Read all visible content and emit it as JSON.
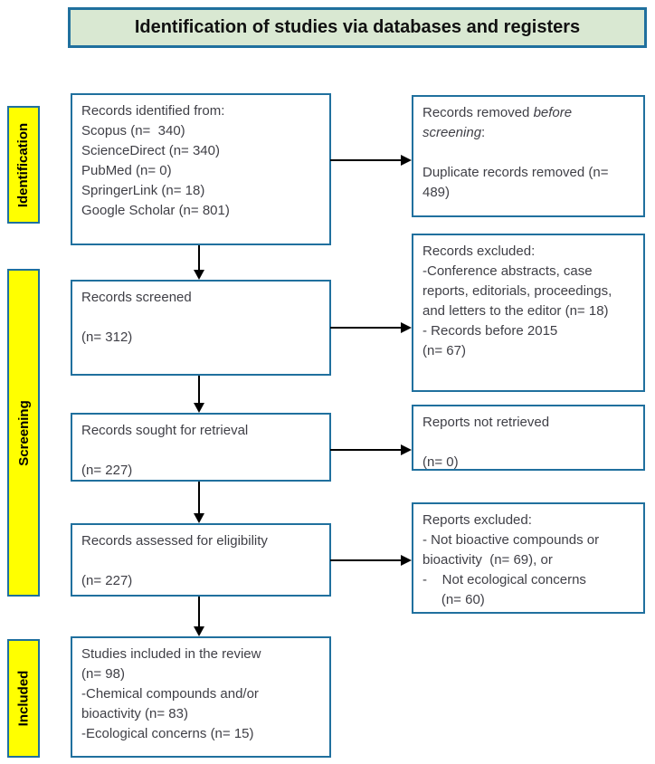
{
  "title": "Identification of studies via databases and registers",
  "stages": {
    "identification": "Identification",
    "screening": "Screening",
    "included": "Included"
  },
  "left_boxes": {
    "identified": {
      "lines": [
        "Records identified from:",
        "Scopus (n=  340)",
        "ScienceDirect (n= 340)",
        "PubMed (n= 0)",
        "SpringerLink (n= 18)",
        "Google Scholar (n= 801)"
      ]
    },
    "screened": {
      "lines": [
        "Records screened",
        "",
        "(n= 312)"
      ]
    },
    "retrieval": {
      "lines": [
        "Records sought for retrieval",
        "",
        "(n= 227)"
      ]
    },
    "eligibility": {
      "lines": [
        "Records assessed for eligibility",
        "",
        "(n= 227)"
      ]
    },
    "included": {
      "lines": [
        "Studies included in the review",
        "(n= 98)",
        "-Chemical compounds and/or bioactivity (n= 83)",
        "-Ecological concerns (n= 15)"
      ]
    }
  },
  "right_boxes": {
    "removed": {
      "prefix": "Records removed ",
      "italic": "before screening",
      "suffix": ":",
      "lines": [
        "",
        "Duplicate records removed (n= 489)"
      ]
    },
    "excluded": {
      "lines": [
        "Records excluded:",
        "-Conference abstracts, case reports, editorials, proceedings, and letters to the editor (n= 18)",
        "- Records before 2015",
        "(n= 67)"
      ]
    },
    "not_retrieved": {
      "lines": [
        "Reports not retrieved",
        "",
        "(n= 0)"
      ]
    },
    "reports_excluded": {
      "lines": [
        "Reports excluded:",
        "- Not bioactive compounds or bioactivity  (n= 69), or",
        "-    Not ecological concerns",
        "     (n= 60)"
      ]
    }
  },
  "colors": {
    "box_border": "#20709e",
    "title_fill": "#d9e8d2",
    "stage_fill": "#ffff00",
    "arrow": "#000000",
    "text": "#3f3f46"
  }
}
